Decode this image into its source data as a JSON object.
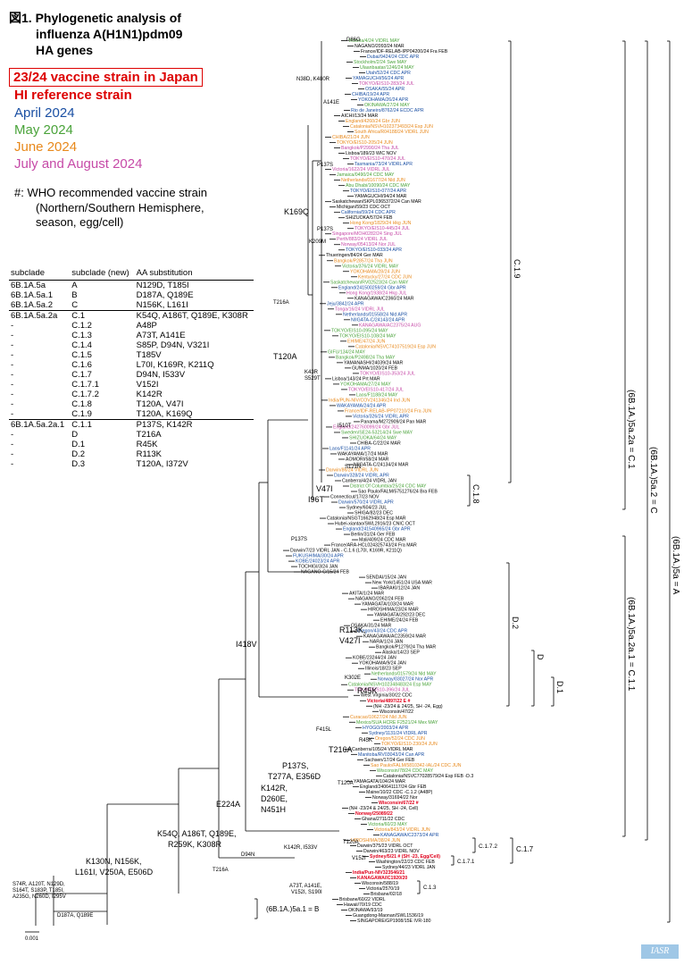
{
  "title": {
    "line1": "図1.  Phylogenetic analysis of",
    "line2": "influenza A(H1N1)pdm09",
    "line3": "HA genes"
  },
  "legend": {
    "vaccine_strain": "23/24 vaccine strain in Japan",
    "hi_reference": "HI reference strain",
    "april": "April 2024",
    "may": "May 2024",
    "june": "June 2024",
    "july_aug": "July and August 2024",
    "who_note_1": "#:  WHO recommended vaccine strain",
    "who_note_2": "(Northern/Southern Hemisphere,",
    "who_note_3": "season, egg/cell)",
    "colors": {
      "vaccine": "#e0001b",
      "april": "#1a4fa3",
      "may": "#4aa33a",
      "june": "#e8891c",
      "july_aug": "#c64aa7"
    }
  },
  "subclade_table": {
    "headers": [
      "subclade",
      "subclade (new)",
      "AA substitution"
    ],
    "rows": [
      [
        "6B.1A.5a",
        "A",
        "N129D, T185I"
      ],
      [
        "6B.1A.5a.1",
        "B",
        "D187A, Q189E"
      ],
      [
        "6B.1A.5a.2",
        "C",
        "N156K, L161I"
      ],
      [
        "6B.1A.5a.2a",
        "C.1",
        "K54Q, A186T, Q189E, K308R"
      ],
      [
        "-",
        "C.1.2",
        "A48P"
      ],
      [
        "-",
        "C.1.3",
        "A73T, A141E"
      ],
      [
        "-",
        "C.1.4",
        "S85P, D94N, V321I"
      ],
      [
        "-",
        "C.1.5",
        "T185V"
      ],
      [
        "-",
        "C.1.6",
        "L70I, K169R, K211Q"
      ],
      [
        "-",
        "C.1.7",
        "D94N, I533V"
      ],
      [
        "-",
        "C.1.7.1",
        "V152I"
      ],
      [
        "-",
        "C.1.7.2",
        "K142R"
      ],
      [
        "-",
        "C.1.8",
        "T120A, V47I"
      ],
      [
        "-",
        "C.1.9",
        "T120A, K169Q"
      ],
      [
        "6B.1A.5a.2a.1",
        "C.1.1",
        "P137S, K142R"
      ],
      [
        "-",
        "D",
        "T216A"
      ],
      [
        "-",
        "D.1",
        "R45K"
      ],
      [
        "-",
        "D.2",
        "R113K"
      ],
      [
        "-",
        "D.3",
        "T120A, I372V"
      ]
    ]
  },
  "tree": {
    "leaves": [
      {
        "label": "Victoria/4/24 VIDRL MAY",
        "color": "may"
      },
      {
        "label": "NAGANO/2093/24 MAR",
        "color": "black"
      },
      {
        "label": "France/IDF-RELAB-IPP04200/24 Fra FEB",
        "color": "black"
      },
      {
        "label": "Dubai/9424/24 CDC APR",
        "color": "april"
      },
      {
        "label": "Stockholm/2/24 Swe MAY",
        "color": "may"
      },
      {
        "label": "Ulaanbaatar/1246/24 MAY",
        "color": "may"
      },
      {
        "label": "Utah/52/24 CDC APR",
        "color": "april"
      },
      {
        "label": "YAMAGUCHI/56/24 APR",
        "color": "april"
      },
      {
        "label": "TOKYO/EIS10-283/24 JUL",
        "color": "july_aug"
      },
      {
        "label": "OSAKA/55/24 APR",
        "color": "april"
      },
      {
        "label": "CHIBA/19/24 APR",
        "color": "april"
      },
      {
        "label": "YOKOHAMA/26/24 APR",
        "color": "april"
      },
      {
        "label": "OKINAWA/27/24 MAY",
        "color": "may"
      },
      {
        "label": "Rio de Janeiro/8762/24 ECDC APR",
        "color": "april"
      },
      {
        "label": "AICHI/13/24 MAR",
        "color": "black"
      },
      {
        "label": "England/4260/24 Gbr JUN",
        "color": "june"
      },
      {
        "label": "Catalonia/NSVH102373493/24 Esp JUN",
        "color": "june"
      },
      {
        "label": "South Africa/R04188/24 VIDRL JUN",
        "color": "june"
      },
      {
        "label": "CHIBA/21/24 JUN",
        "color": "june"
      },
      {
        "label": "TOKYO/EIS10-205/24 JUN",
        "color": "june"
      },
      {
        "label": "Bangkok/P2990/24 Tha JUL",
        "color": "july_aug"
      },
      {
        "label": "Lisboa/189/23 WIC NOV",
        "color": "black"
      },
      {
        "label": "TOKYO/EIS10-470/24 JUL",
        "color": "july_aug"
      },
      {
        "label": "Tasmania/73/24 VIDRL APR",
        "color": "april"
      },
      {
        "label": "Victoria/1622/24 VIDRL JUL",
        "color": "july_aug"
      },
      {
        "label": "Jamaica/0490/24 CDC MAY",
        "color": "may"
      },
      {
        "label": "Netherlands/01677/24 Nld JUN",
        "color": "june"
      },
      {
        "label": "Abu Dhabi/10090/24 CDC MAY",
        "color": "may"
      },
      {
        "label": "TOKYO/EIS10-077/24 APR",
        "color": "april"
      },
      {
        "label": "YAMAGUCHI/94/24 MAR",
        "color": "black"
      },
      {
        "label": "Saskatchewan/SKPL0365372/24 Can MAR",
        "color": "black"
      },
      {
        "label": "Michigan/59/23 CDC OCT",
        "color": "black"
      },
      {
        "label": "California/59/24 CDC APR",
        "color": "april"
      },
      {
        "label": "SHIZUOKA/57/24 FEB",
        "color": "black"
      },
      {
        "label": "Hong Kong/1829/24 Hkg JUN",
        "color": "june"
      },
      {
        "label": "TOKYO/EIS10-445/24 JUL",
        "color": "july_aug"
      },
      {
        "label": "Singapore/MOH0282/24 Sing JUL",
        "color": "july_aug"
      },
      {
        "label": "Perth/883/24 VIDRL JUL",
        "color": "july_aug"
      },
      {
        "label": "Norway/05413/24 Nor JUL",
        "color": "july_aug"
      },
      {
        "label": "TOKYO/EIS10-033/24 APR",
        "color": "april"
      },
      {
        "label": "Thueringen/84/24 Ger MAR",
        "color": "black"
      },
      {
        "label": "Bangkok/P2857/24 Tha JUN",
        "color": "june"
      },
      {
        "label": "Victoria/376/24 VIDRL MAY",
        "color": "may"
      },
      {
        "label": "YOKOHAMA/28/24 JUN",
        "color": "june"
      },
      {
        "label": "Kentucky/27/24 CDC JUN",
        "color": "june"
      },
      {
        "label": "Saskatchewan/RV02523/24 Can MAY",
        "color": "may"
      },
      {
        "label": "England/241500259/24 Gbr APR",
        "color": "april"
      },
      {
        "label": "Hong Kong/1938/24 Hkg JUL",
        "color": "july_aug"
      },
      {
        "label": "KANAGAWA/C2360/24 MAR",
        "color": "black"
      },
      {
        "label": "Jeju/3842/24 APR",
        "color": "april"
      },
      {
        "label": "Tonga/16/24 VIDRL JUL",
        "color": "july_aug"
      },
      {
        "label": "Netherlands/01558/24 Nld APR",
        "color": "april"
      },
      {
        "label": "NIIGATA-C/24143/24 APR",
        "color": "april"
      },
      {
        "label": "KANAGAWA/AC2375/24 AUG",
        "color": "july_aug"
      },
      {
        "label": "TOKYO/EIS10-095/24 MAY",
        "color": "may"
      },
      {
        "label": "TOKYO/EIS10-108/24 MAY",
        "color": "may"
      },
      {
        "label": "EHIME/47/24 JUN",
        "color": "june"
      },
      {
        "label": "Catalonia/NSVC74107519/24 Esp JUN",
        "color": "june"
      },
      {
        "label": "GIFU/134/24 MAY",
        "color": "may"
      },
      {
        "label": "Bangkok/P2498/24 Tha MAY",
        "color": "may"
      },
      {
        "label": "YAMANASHI/24039/24 MAR",
        "color": "black"
      },
      {
        "label": "GUNMA/1020/24 FEB",
        "color": "black"
      },
      {
        "label": "TOKYO/EIS10-353/24 JUL",
        "color": "july_aug"
      },
      {
        "label": "Lisboa/143/24 Prt MAR",
        "color": "black"
      },
      {
        "label": "YOKOHAMA/27/24 MAY",
        "color": "may"
      },
      {
        "label": "TOKYO/EIS10-417/24 JUL",
        "color": "july_aug"
      },
      {
        "label": "Laos/F1188/24 MAY",
        "color": "may"
      },
      {
        "label": "India/PUN-NIV/COV241346/24 Ind JUN",
        "color": "june"
      },
      {
        "label": "WAKAYAMA/24/24 APR",
        "color": "april"
      },
      {
        "label": "France/IDF-RELAB-IPP07210/24 Fra JUN",
        "color": "june"
      },
      {
        "label": "Victoria/326/24 VIDRL APR",
        "color": "april"
      },
      {
        "label": "Panama/M272909/24 Pan MAR",
        "color": "black"
      },
      {
        "label": "England/242760099/24 Gbr JUL",
        "color": "july_aug"
      },
      {
        "label": "Sweden/SE24-53214/24 Swe MAY",
        "color": "may"
      },
      {
        "label": "SHIZUOKA/64/24 MAY",
        "color": "may"
      },
      {
        "label": "CHIBA-C/22/24 MAR",
        "color": "black"
      },
      {
        "label": "Laos/F1141/24 APR",
        "color": "april"
      },
      {
        "label": "WAKAYAMA/17/24 MAR",
        "color": "black"
      },
      {
        "label": "AOMORI/58/24 MAR",
        "color": "black"
      },
      {
        "label": "NIIGATA-C/24134/24 MAR",
        "color": "black"
      },
      {
        "label": "Darwin/86/24 VIDRL JUN",
        "color": "june"
      },
      {
        "label": "Darwin/328/24 VIDRL APR",
        "color": "april"
      },
      {
        "label": "Canberra/4/24 VIDRL JAN",
        "color": "black"
      },
      {
        "label": "District Of Columbia/25/24 CDC MAY",
        "color": "may"
      },
      {
        "label": "Sao Paulo/FALM/5751276/24 Bra FEB",
        "color": "black"
      },
      {
        "label": "Connecticut/17/23 NOV",
        "color": "black"
      },
      {
        "label": "Darwin/570/24 VIDRL APR",
        "color": "april"
      },
      {
        "label": "Sydney/604/23 JUL",
        "color": "black"
      },
      {
        "label": "SHIGA/82/23 DEC",
        "color": "black"
      },
      {
        "label": "Catalonia/NSGT1662948/24 Esp MAR",
        "color": "black"
      },
      {
        "label": "Hubei-xiantao/SWL2916/23 CNIC OCT",
        "color": "black"
      },
      {
        "label": "England/241540965/24 Gbr APR",
        "color": "april"
      },
      {
        "label": "Berlin/31/24 Ger FEB",
        "color": "black"
      },
      {
        "label": "Mali/409/24 CDC MAR",
        "color": "black"
      },
      {
        "label": "France/ARA-HCL024325743/24 Fra MAR",
        "color": "black"
      },
      {
        "label": "Darwin/7/23 VIDRL JAN - C.1.6 (L70I, K169R, K211Q)",
        "color": "black"
      },
      {
        "label": "FUKUSHIMA/30/24 APR",
        "color": "april"
      },
      {
        "label": "KOBE/24023/24 APR",
        "color": "april"
      },
      {
        "label": "TOCHIGI/3/24 JAN",
        "color": "black"
      },
      {
        "label": "NAGANO-C/15/24 FEB",
        "color": "black"
      },
      {
        "label": "SENDAI/15/24 JAN",
        "color": "black"
      },
      {
        "label": "New York/1451/24 USA MAR",
        "color": "black"
      },
      {
        "label": "IBARAKI/12/24 JAN",
        "color": "black"
      },
      {
        "label": "AKITA/1/24 MAR",
        "color": "black"
      },
      {
        "label": "NAGANO/2062/24 FEB",
        "color": "black"
      },
      {
        "label": "YAMAGATA/103/24 MAR",
        "color": "black"
      },
      {
        "label": "HIROSHIMA/23/24 MAR",
        "color": "black"
      },
      {
        "label": "YAMAGATA/292/23 DEC",
        "color": "black"
      },
      {
        "label": "EHIME/24/24 FEB",
        "color": "black"
      },
      {
        "label": "OSAKA/31/24 MAR",
        "color": "black"
      },
      {
        "label": "Oregon/43/24 CDC APR",
        "color": "april"
      },
      {
        "label": "KANAGAWA/AC2359/24 MAR",
        "color": "black"
      },
      {
        "label": "NARA/1/24 JAN",
        "color": "black"
      },
      {
        "label": "Bangkok/P1279/24 Tha MAR",
        "color": "black"
      },
      {
        "label": "Alaska/14/23 SEP",
        "color": "black"
      },
      {
        "label": "KOBE/23244/24 JAN",
        "color": "black"
      },
      {
        "label": "YOKOHAMA/9/24 JAN",
        "color": "black"
      },
      {
        "label": "Illinois/18/23 SEP",
        "color": "black"
      },
      {
        "label": "Netherlands/01579/24 Nld MAY",
        "color": "may"
      },
      {
        "label": "Norway/03027/24 Nor APR",
        "color": "april"
      },
      {
        "label": "Catalonia/NSVH102348483/24 Esp MAY",
        "color": "may"
      },
      {
        "label": "TOKYO/EIS10-396/24 JUL",
        "color": "july_aug"
      },
      {
        "label": "West Virginia/30/22 CDC",
        "color": "black"
      },
      {
        "label": "Victoria/4897/22 E #",
        "color": "vaccine"
      },
      {
        "label": "(NH -23/24 & 24/25, SH -24, Egg)",
        "color": "black"
      },
      {
        "label": "Wisconsin/47/22",
        "color": "black"
      },
      {
        "label": "Curacao/10627/24 Nld JUN",
        "color": "june"
      },
      {
        "label": "Mexico/SUA HCRE F2521/24 Mex MAY",
        "color": "may"
      },
      {
        "label": "HYOGO/2003/24 APR",
        "color": "april"
      },
      {
        "label": "Sydney/1131/24 VIDRL APR",
        "color": "april"
      },
      {
        "label": "Oregon/52/24 CDC JUN",
        "color": "june"
      },
      {
        "label": "TOKYO/EIS10-230/24 JUN",
        "color": "june"
      },
      {
        "label": "Canberra/105/24 VIDRL MAR",
        "color": "black"
      },
      {
        "label": "Manitoba/RV03043/24 Can APR",
        "color": "april"
      },
      {
        "label": "Sachsen/17/24 Ger FEB",
        "color": "black"
      },
      {
        "label": "Sao Paulo/FALM/5810342-IAL/24 CDC JUN",
        "color": "june"
      },
      {
        "label": "Wisconsin/78/24 CDC MAY",
        "color": "may"
      },
      {
        "label": "Catalonia/NSVC77028579/24 Esp FEB -D.3",
        "color": "black"
      },
      {
        "label": "YAMAGATA/104/24 MAR",
        "color": "black"
      },
      {
        "label": "England/240641117/24 Gbr FEB",
        "color": "black"
      },
      {
        "label": "Maine/10/22 CDC -C.1.2 (A48P)",
        "color": "black"
      },
      {
        "label": "Norway/31694/22 Nor",
        "color": "black"
      },
      {
        "label": "Wisconsin/67/22 #",
        "color": "vaccine"
      },
      {
        "label": "(NH -23/24 & 24/25, SH -24, Cell)",
        "color": "black"
      },
      {
        "label": "Norway/25089/22",
        "color": "vaccine"
      },
      {
        "label": "Ghana/2711/22 CDC",
        "color": "black"
      },
      {
        "label": "Victoria/60/23 MAY",
        "color": "may"
      },
      {
        "label": "Victoria/843/24 VIDRL JUN",
        "color": "june"
      },
      {
        "label": "KANAGAWA/C2373/24 APR",
        "color": "april"
      },
      {
        "label": "HIROSHIMA/38/24 JUN",
        "color": "june"
      },
      {
        "label": "Darwin/375/23 VIDRL OCT",
        "color": "black"
      },
      {
        "label": "Darwin/463/23 VIDRL NOV",
        "color": "black"
      },
      {
        "label": "Sydney/5/21 # (SH -23, Egg/Cell)",
        "color": "vaccine"
      },
      {
        "label": "Washington/22/23 CDC FEB",
        "color": "black"
      },
      {
        "label": "Sydney/44/23 VIDRL JAN",
        "color": "black"
      },
      {
        "label": "India/Pun-NIV323546/21",
        "color": "vaccine"
      },
      {
        "label": "KANAGAWA/IC1920/20",
        "color": "vaccine"
      },
      {
        "label": "Wisconsin/588/19",
        "color": "black"
      },
      {
        "label": "Victoria/2570/19",
        "color": "black"
      },
      {
        "label": "Brisbane/02/18",
        "color": "black"
      },
      {
        "label": "Brisbane/60/22 VIDRL",
        "color": "black"
      },
      {
        "label": "Hawaii/70/19 CDC",
        "color": "black"
      },
      {
        "label": "OKINAWA/93/19",
        "color": "black"
      },
      {
        "label": "Guangdong-Maonan/SWL1536/19",
        "color": "black"
      },
      {
        "label": "SINGAPORE/GP1908/15E IVR-180",
        "color": "black"
      }
    ],
    "mutations": {
      "m_d86g": "D86G",
      "m_n38d": "N38D, K480R",
      "m_a141e": "A141E",
      "m_p137s": "P137S",
      "m_k169q": "K169Q",
      "m_p137s2": "P137S",
      "m_k209m": "K209M",
      "m_t216a": "T216A",
      "m_t120a": "T120A",
      "m_k43r": "K43R",
      "m_s529t": "S529T",
      "m_i510t": "I510T",
      "m_s121n": "S121N",
      "m_v47i": "V47I",
      "m_i96t": "I96T",
      "m_p137s3": "P137S",
      "m_r113k": "R113K,",
      "m_v427i": "V427I",
      "m_k302e": "K302E",
      "m_r45k": "R45K",
      "m_f415l": "F415L",
      "m_r45k2": "R45K",
      "m_t216a2": "T216A",
      "m_t120a2": "T120A",
      "m_i418v": "I418V",
      "m_p137s4": "P137S,",
      "m_t277a": "T277A, E356D",
      "m_k142r": "K142R,",
      "m_d260e": "D260E,",
      "m_n451h": "N451H",
      "m_e224a": "E224A",
      "m_k54q": "K54Q, A186T, Q189E,",
      "m_r259k": "R259K, K308R",
      "m_t120a3": "T120A",
      "m_k142r2": "K142R, I533V",
      "m_d94n": "D94N",
      "m_v152i": "V152I",
      "m_k130n": "K130N, N156K,",
      "m_l161i": "L161I, V250A, E506D",
      "m_t216a3": "T216A",
      "m_a73t": "A73T, A141E,",
      "m_v152i2": "V152I, S190I",
      "m_root1": "S74R, A120T, N129D,",
      "m_root2": "S164T, S183P, T185I,",
      "m_root3": "A235G, N260D, I295V",
      "m_d187a": "D187A, Q189E"
    },
    "clades": {
      "c19": "C.1.9",
      "c18": "C.1.8",
      "d2": "D.2",
      "d": "D",
      "d1": "D.1",
      "c172": "C.1.7.2",
      "c17": "C.1.7",
      "c171": "C.1.7.1",
      "c13": "C.1.3",
      "b": "(6B.1A.)5a.1 = B",
      "v1": "(6B.1A.)5a = A",
      "v2": "(6B.1A.)5a.2 = C",
      "v3": "(6B.1A.)5a.2a = C.1",
      "v4": "(6B.1A.)5a.2a.1 = C.1.1"
    },
    "scale_label": "0.001"
  },
  "badge": "IASR"
}
